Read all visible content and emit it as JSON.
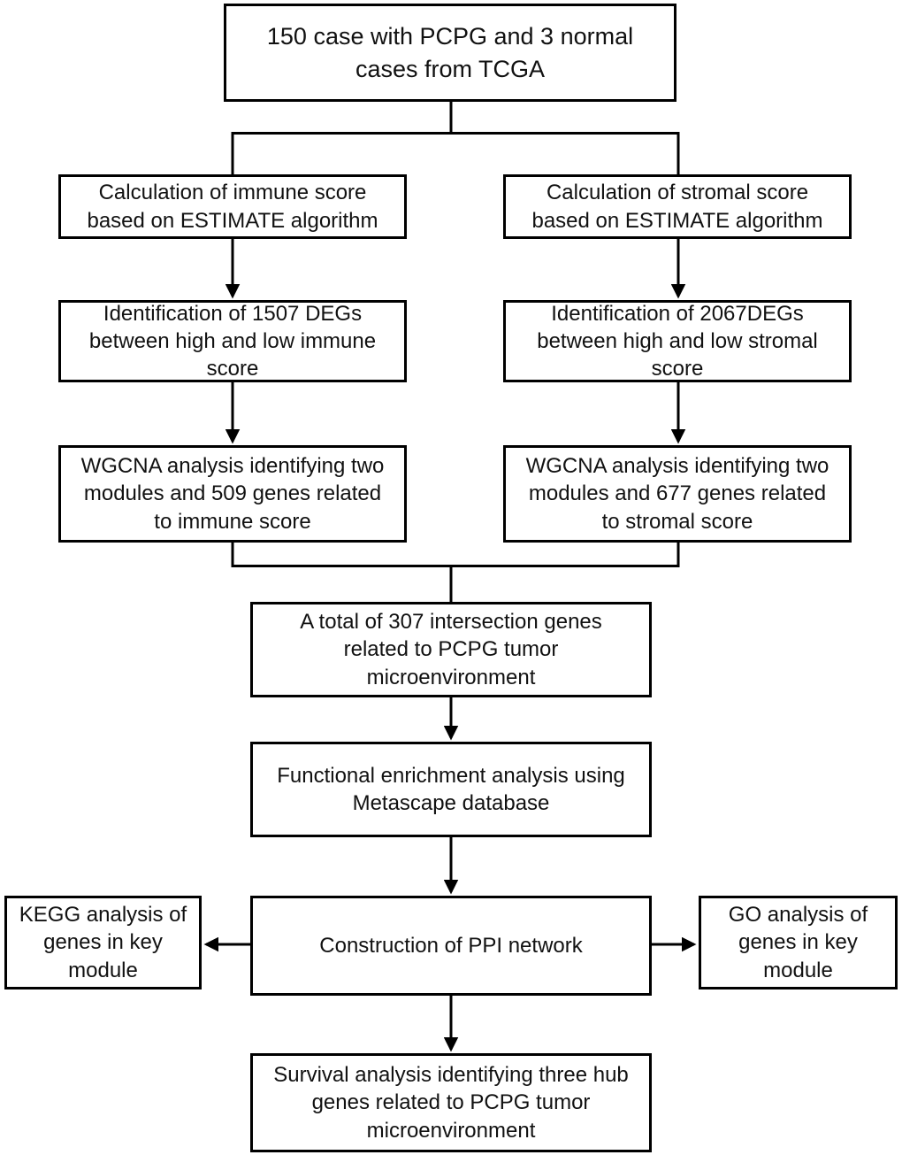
{
  "colors": {
    "background": "#ffffff",
    "box_fill": "#ffffff",
    "box_border": "#000000",
    "line": "#000000",
    "text": "#111111"
  },
  "diagram": {
    "nodes": {
      "tcga": {
        "label": [
          "150 case with PCPG and 3 normal",
          "cases from TCGA"
        ]
      },
      "immune_calc": {
        "label": [
          "Calculation of immune score",
          "based on ESTIMATE algorithm"
        ]
      },
      "stromal_calc": {
        "label": [
          "Calculation of stromal score",
          "based on ESTIMATE algorithm"
        ]
      },
      "immune_degs": {
        "label": [
          "Identification of 1507 DEGs",
          "between high and low immune",
          "score"
        ]
      },
      "stromal_degs": {
        "label": [
          "Identification of 2067DEGs",
          "between high and low stromal",
          "score"
        ]
      },
      "immune_wgcna": {
        "label": [
          "WGCNA analysis identifying two",
          "modules and 509 genes related",
          "to immune score"
        ]
      },
      "stromal_wgcna": {
        "label": [
          "WGCNA analysis identifying two",
          "modules and 677 genes related",
          "to stromal score"
        ]
      },
      "intersection": {
        "label": [
          "A total of 307 intersection genes",
          "related to PCPG tumor",
          "microenvironment"
        ]
      },
      "enrichment": {
        "label": [
          "Functional enrichment analysis using",
          "Metascape database"
        ]
      },
      "ppi": {
        "label": [
          "Construction of PPI network"
        ]
      },
      "kegg": {
        "label": [
          "KEGG analysis of",
          "genes in key",
          "module"
        ]
      },
      "go": {
        "label": [
          "GO analysis of",
          "genes in key",
          "module"
        ]
      },
      "survival": {
        "label": [
          "Survival analysis identifying three hub",
          "genes related to PCPG tumor",
          "microenvironment"
        ]
      }
    }
  }
}
